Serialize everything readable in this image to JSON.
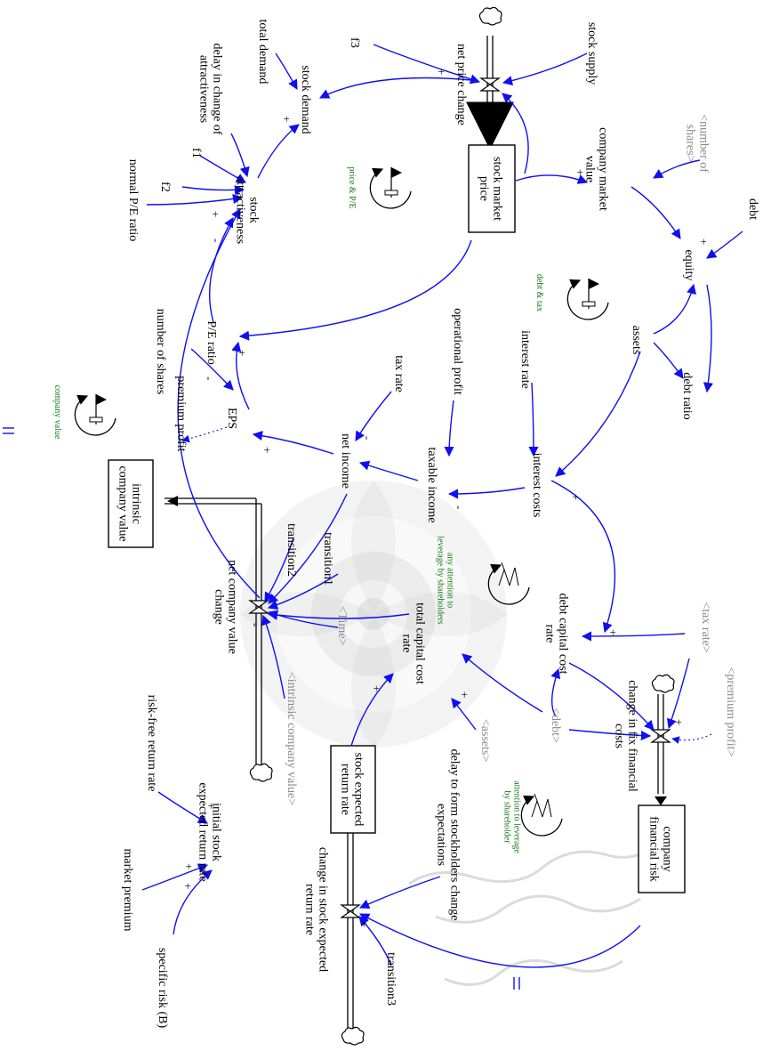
{
  "colors": {
    "link": "#1010ee",
    "stock_border": "#000000",
    "shadow_label": "#8a8a8a",
    "loop_label": "#1a7a1a",
    "watermark": "#bdbdbd"
  },
  "stocks": {
    "stock_market_price": [
      "stock market",
      "price"
    ],
    "intrinsic_company_value": [
      "intrinsic",
      "company value"
    ],
    "stock_expected_return_rate": [
      "stock expected",
      "return rate"
    ],
    "company_financial_risk": [
      "company",
      "financial risk"
    ]
  },
  "flows": {
    "net_price_change": [
      "net price change"
    ],
    "net_company_value_change": [
      "net company value",
      "change"
    ],
    "change_in_fix_financial_costs": [
      "change in fix financial",
      "costs"
    ],
    "change_in_stock_expected_return_rate": [
      "change in stock expected",
      "return rate"
    ]
  },
  "variables": {
    "stock_supply": [
      "stock supply"
    ],
    "f3": [
      "f3"
    ],
    "total_demand": [
      "total demand"
    ],
    "stock_demand": [
      "stock demand"
    ],
    "delay_attractiveness": [
      "delay in change of",
      "attractiveness"
    ],
    "f1": [
      "f1"
    ],
    "f2": [
      "f2"
    ],
    "normal_pe_ratio": [
      "normal P/E ratio"
    ],
    "stock_attractiveness": [
      "stock",
      "attractiveness"
    ],
    "company_market_value": [
      "company market",
      "value"
    ],
    "number_of_shares_shadow": [
      "<number of",
      "shares>"
    ],
    "debt": [
      "debt"
    ],
    "equity": [
      "equity"
    ],
    "assets": [
      "assets"
    ],
    "debt_ratio": [
      "debt ratio"
    ],
    "interest_rate": [
      "interest rate"
    ],
    "interest_costs": [
      "interest costs"
    ],
    "operational_profit": [
      "operational profit"
    ],
    "taxable_income": [
      "taxable income"
    ],
    "tax_rate": [
      "tax rate"
    ],
    "net_income": [
      "net income"
    ],
    "pe_ratio": [
      "P/E ratio"
    ],
    "number_of_shares": [
      "number of shares"
    ],
    "eps": [
      "EPS"
    ],
    "premium_profit": [
      "premium profit"
    ],
    "transition2": [
      "transition2"
    ],
    "transition1": [
      "transition1"
    ],
    "time_shadow": [
      "<Time>"
    ],
    "intrinsic_company_value_shadow": [
      "<intrinsic company value>"
    ],
    "total_capital_cost_rate": [
      "total capital cost",
      "rate"
    ],
    "assets_shadow": [
      "<assets>"
    ],
    "debt_shadow": [
      "<debt>"
    ],
    "debt_capital_cost_rate": [
      "debt capital cost",
      "rate"
    ],
    "tax_rate_shadow": [
      "<tax rate>"
    ],
    "premium_profit_shadow": [
      "<premium profit>"
    ],
    "risk_free_return_rate": [
      "risk-free return rate"
    ],
    "initial_stock_expected_return_rate": [
      "initial stock",
      "expected return rate"
    ],
    "market_premium": [
      "market premium"
    ],
    "specific_risk": [
      "specific risk (B)"
    ],
    "delay_to_form_expectations": [
      "delay to form stockholders change",
      "expectations"
    ],
    "transition3": [
      "transition3"
    ]
  },
  "loops": {
    "price_pe": [
      "price & P/E"
    ],
    "debt_tax": [
      "debt & tax"
    ],
    "company_value": [
      "company value"
    ],
    "attention_to_leverage": [
      "attention to leverage",
      "by shareholder"
    ],
    "any_attention_to_leverage": [
      "any attention to",
      "leverage by shareholders"
    ]
  },
  "polarities": {
    "plus": "+",
    "minus": "-"
  }
}
